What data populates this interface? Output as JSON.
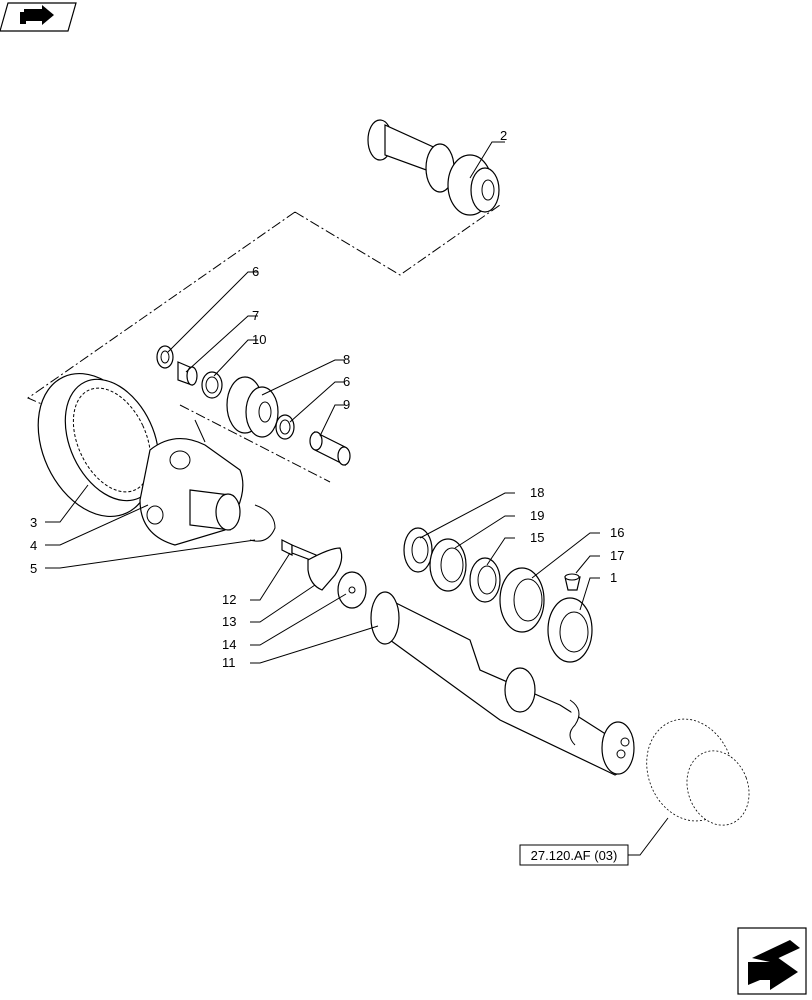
{
  "callouts": {
    "c1": "1",
    "c2": "2",
    "c3": "3",
    "c4": "4",
    "c5": "5",
    "c6a": "6",
    "c6b": "6",
    "c7": "7",
    "c8": "8",
    "c9": "9",
    "c10": "10",
    "c11": "11",
    "c12": "12",
    "c13": "13",
    "c14": "14",
    "c15": "15",
    "c16": "16",
    "c17": "17",
    "c18": "18",
    "c19": "19"
  },
  "reference": {
    "label": "27.120.AF (03)"
  },
  "icons": {
    "top_left": "book-arrow-icon",
    "bottom_right": "next-page-arrow-icon"
  }
}
